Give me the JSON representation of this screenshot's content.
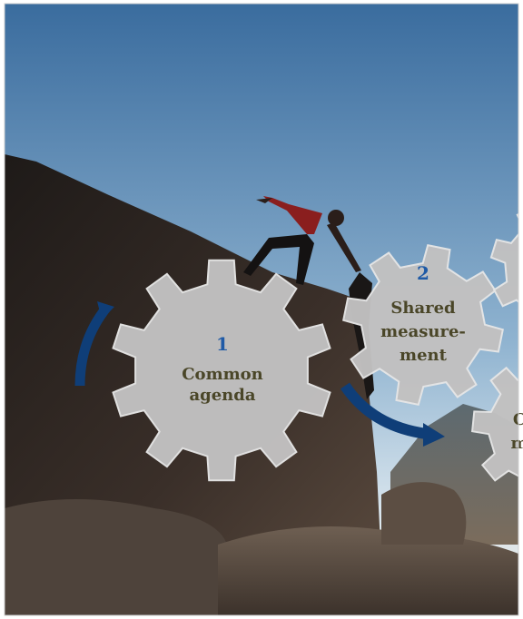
{
  "colors": {
    "gear_fill": "#c2c1c1",
    "gear_stroke": "#e6e6e6",
    "label_text": "#4a4628",
    "number_text": "#1f5aa6",
    "arrow": "#0f3e78",
    "sky_top": "#3d6fa0",
    "sky_bottom": "#d9e6f0",
    "rock": "#2a2320"
  },
  "gears": [
    {
      "number": "1",
      "line1": "Common",
      "line2": "agenda",
      "line3": ""
    },
    {
      "number": "2",
      "line1": "Shared",
      "line2": "measure-",
      "line3": "ment"
    },
    {
      "number": "",
      "line1": "C",
      "line2": "m",
      "line3": ""
    },
    {
      "number": "",
      "line1": "",
      "line2": "",
      "line3": ""
    }
  ],
  "arrows": [
    "cycle-arrow-left",
    "cycle-arrow-bottom"
  ]
}
